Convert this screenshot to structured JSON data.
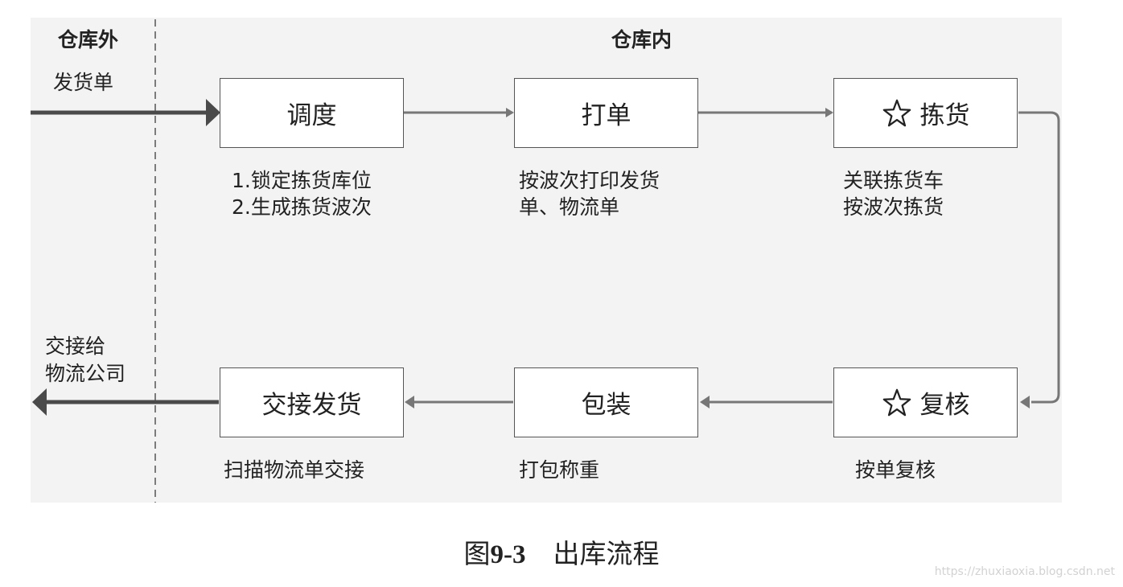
{
  "headers": {
    "outside": "仓库外",
    "inside": "仓库内"
  },
  "left_labels": {
    "input": "发货单",
    "output_line1": "交接给",
    "output_line2": "物流公司"
  },
  "steps": [
    {
      "title": "调度",
      "desc_line1": "1.锁定拣货库位",
      "desc_line2": "2.生成拣货波次",
      "starred": false
    },
    {
      "title": "打单",
      "desc_line1": "按波次打印发货",
      "desc_line2": "单、物流单",
      "starred": false
    },
    {
      "title": "拣货",
      "desc_line1": "关联拣货车",
      "desc_line2": "按波次拣货",
      "starred": true,
      "icon": "star-outline-icon"
    },
    {
      "title": "复核",
      "desc_line1": "按单复核",
      "desc_line2": "",
      "starred": true,
      "icon": "star-outline-icon"
    },
    {
      "title": "包装",
      "desc_line1": "打包称重",
      "desc_line2": "",
      "starred": false
    },
    {
      "title": "交接发货",
      "desc_line1": "扫描物流单交接",
      "desc_line2": "",
      "starred": false
    }
  ],
  "caption": {
    "prefix": "图",
    "number": "9-3",
    "title": "出库流程"
  },
  "watermark": "https://zhuxiaoxia.blog.csdn.net",
  "colors": {
    "panel": "#f3f3f3",
    "box_border": "#555555",
    "arrow_thin": "#777777",
    "arrow_thick": "#4a4a4a",
    "divider": "#555555"
  }
}
